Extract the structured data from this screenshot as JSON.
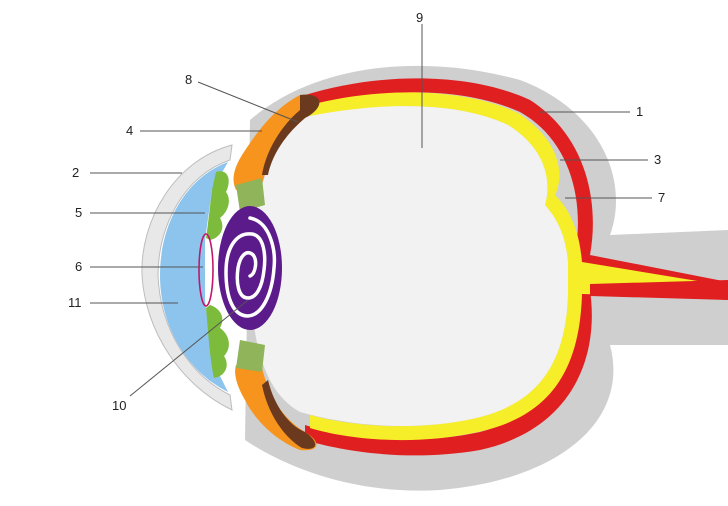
{
  "labels": {
    "l1": "1",
    "l2": "2",
    "l3": "3",
    "l4": "4",
    "l5": "5",
    "l6": "6",
    "l7": "7",
    "l8": "8",
    "l9": "9",
    "l10": "10",
    "l11": "11"
  },
  "colors": {
    "sclera_outer": "#cfcfcf",
    "choroid": "#e02020",
    "retina": "#f7ee2a",
    "vitreous": "#f2f2f2",
    "ciliary": "#f7941d",
    "iris": "#7dbb3c",
    "cornea": "#e8e8e8",
    "aqueous": "#8cc4ee",
    "lens_purple": "#5b1b8a",
    "pupil_outline": "#c0186a",
    "leader": "#555555"
  }
}
